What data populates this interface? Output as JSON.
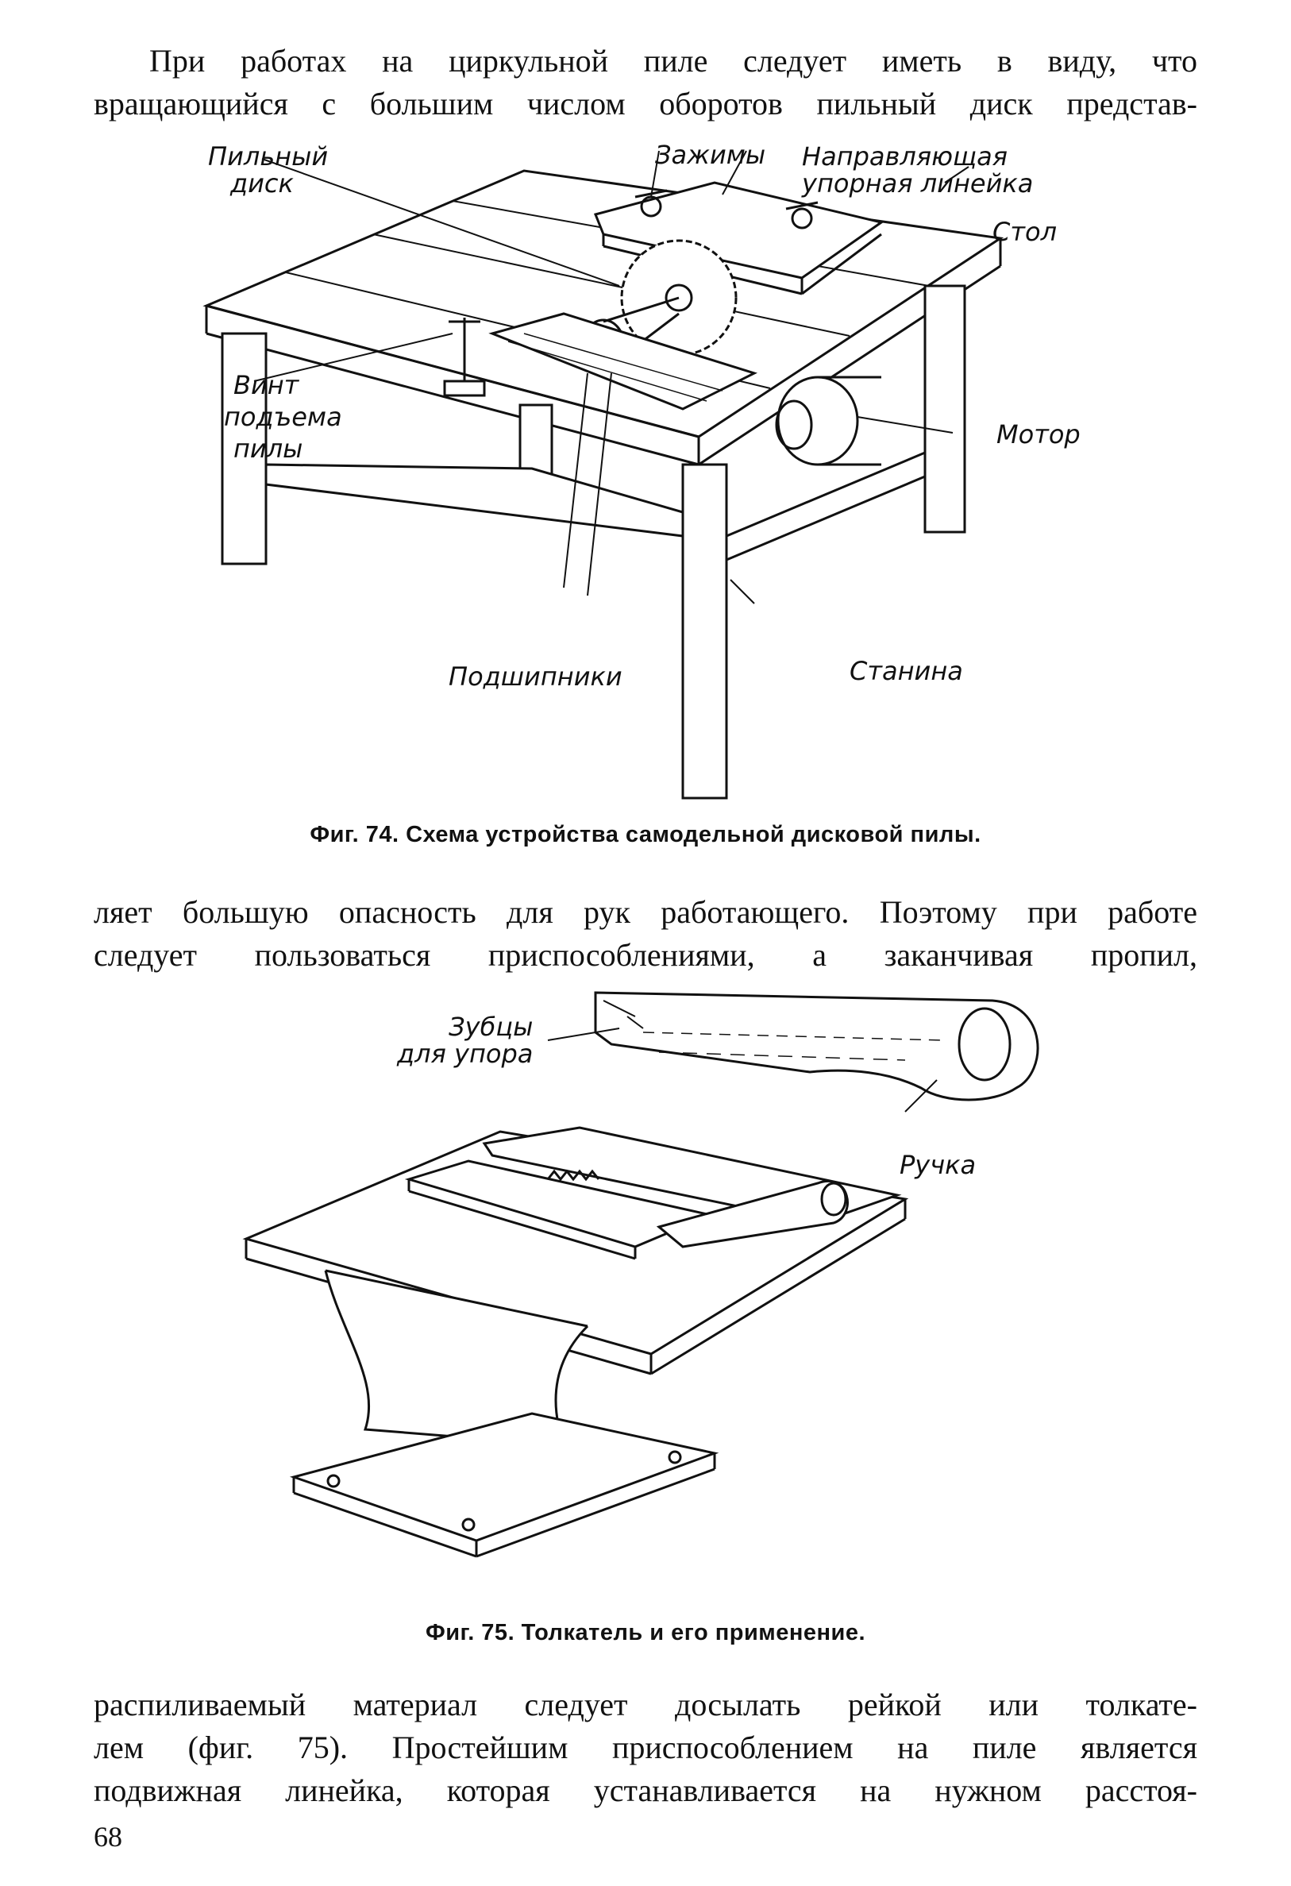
{
  "page": {
    "paragraph_top": [
      "При работах на циркульной пиле следует иметь в виду, что",
      "вращающийся с большим числом оборотов пильный диск представ-"
    ],
    "paragraph_mid": [
      "ляет большую опасность для рук работающего. Поэтому при работе",
      "следует пользоваться приспособлениями, а заканчивая пропил,"
    ],
    "paragraph_bottom": [
      "распиливаемый материал следует досылать рейкой или толкате-",
      "лем (фиг. 75). Простейшим приспособлением на пиле является",
      "подвижная линейка, которая устанавливается на нужном расстоя-"
    ],
    "page_number": "68"
  },
  "figure74": {
    "caption": "Фиг. 74. Схема устройства самодельной дисковой пилы.",
    "labels": {
      "saw_disc_1": "Пильный",
      "saw_disc_2": "диск",
      "clamps": "Зажимы",
      "guide_1": "Направляющая",
      "guide_2": "упорная линейка",
      "table": "Стол",
      "screw_1": "Винт",
      "screw_2": "подъема",
      "screw_3": "пилы",
      "motor": "Мотор",
      "bearings": "Подшипники",
      "frame": "Станина"
    }
  },
  "figure75": {
    "caption": "Фиг. 75. Толкатель и его применение.",
    "labels": {
      "teeth_1": "Зубцы",
      "teeth_2": "для упора",
      "handle": "Ручка"
    }
  }
}
